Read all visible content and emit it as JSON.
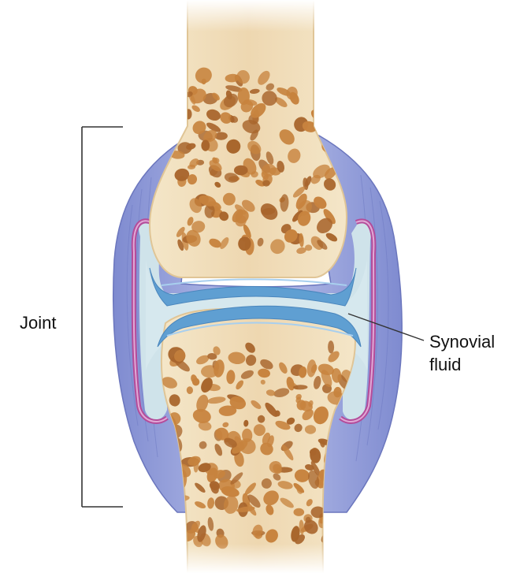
{
  "labels": {
    "joint": "Joint",
    "synovial_line1": "Synovial",
    "synovial_line2": "fluid"
  },
  "colors": {
    "bone": "#efdcb8",
    "bone_edge": "#e3c99c",
    "pore": "#c7833e",
    "pore_dark": "#a8652c",
    "capsule": "#8f9ad6",
    "capsule_light": "#b6bfe8",
    "membrane": "#b44c9a",
    "cartilage": "#5f9fd2",
    "cartilage_light": "#9cc8ea",
    "fluid": "#cfe3ea",
    "line": "#333333"
  }
}
